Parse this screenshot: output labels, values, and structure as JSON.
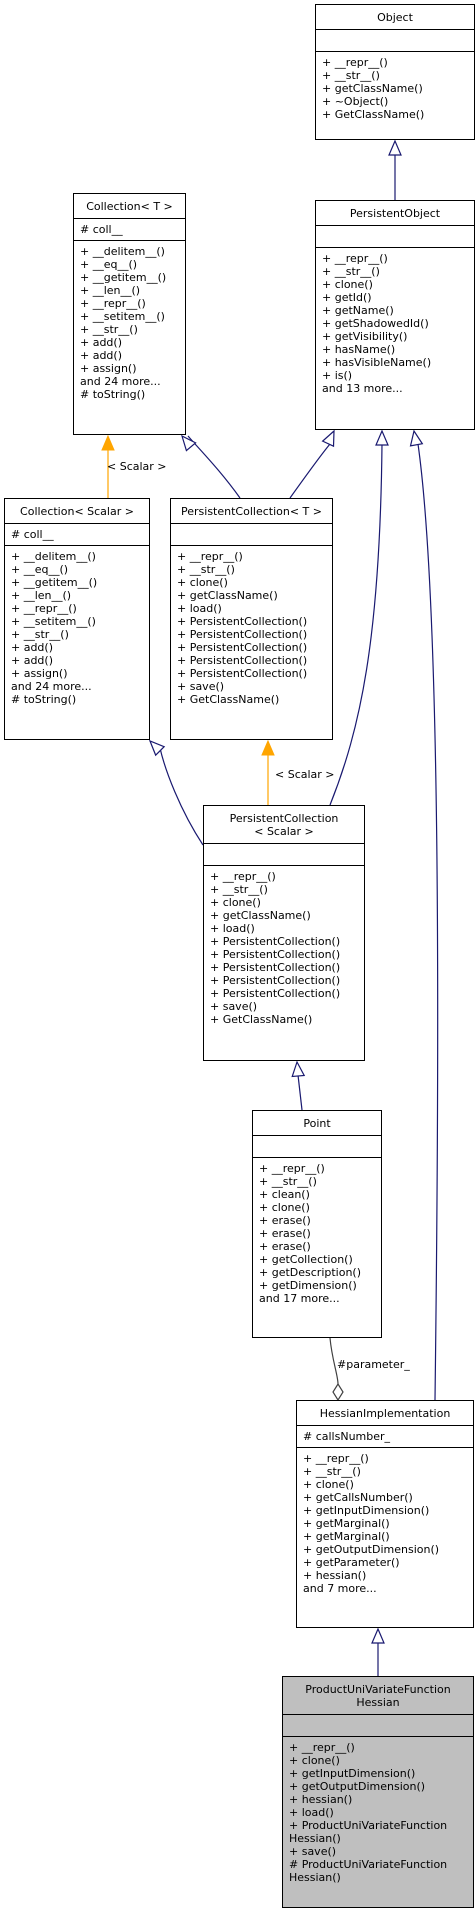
{
  "classes": {
    "object": {
      "title": [
        "Object"
      ],
      "attrs": [],
      "methods": [
        "+ __repr__()",
        "+ __str__()",
        "+ getClassName()",
        "+ ~Object()",
        "+ GetClassName()"
      ]
    },
    "persistent_object": {
      "title": [
        "PersistentObject"
      ],
      "attrs": [],
      "methods": [
        "+ __repr__()",
        "+ __str__()",
        "+ clone()",
        "+ getId()",
        "+ getName()",
        "+ getShadowedId()",
        "+ getVisibility()",
        "+ hasName()",
        "+ hasVisibleName()",
        "+ is()",
        "and 13 more..."
      ]
    },
    "collection_t": {
      "title": [
        "Collection< T >"
      ],
      "attrs": [
        "# coll__"
      ],
      "methods": [
        "+ __delitem__()",
        "+ __eq__()",
        "+ __getitem__()",
        "+ __len__()",
        "+ __repr__()",
        "+ __setitem__()",
        "+ __str__()",
        "+ add()",
        "+ add()",
        "+ assign()",
        "and 24 more...",
        "# toString()"
      ]
    },
    "collection_scalar": {
      "title": [
        "Collection< Scalar >"
      ],
      "attrs": [
        "# coll__"
      ],
      "methods": [
        "+ __delitem__()",
        "+ __eq__()",
        "+ __getitem__()",
        "+ __len__()",
        "+ __repr__()",
        "+ __setitem__()",
        "+ __str__()",
        "+ add()",
        "+ add()",
        "+ assign()",
        "and 24 more...",
        "# toString()"
      ]
    },
    "persistent_collection_t": {
      "title": [
        "PersistentCollection< T >"
      ],
      "attrs": [],
      "methods": [
        "+ __repr__()",
        "+ __str__()",
        "+ clone()",
        "+ getClassName()",
        "+ load()",
        "+ PersistentCollection()",
        "+ PersistentCollection()",
        "+ PersistentCollection()",
        "+ PersistentCollection()",
        "+ PersistentCollection()",
        "+ save()",
        "+ GetClassName()"
      ]
    },
    "persistent_collection_scalar": {
      "title": [
        "PersistentCollection",
        "< Scalar >"
      ],
      "attrs": [],
      "methods": [
        "+ __repr__()",
        "+ __str__()",
        "+ clone()",
        "+ getClassName()",
        "+ load()",
        "+ PersistentCollection()",
        "+ PersistentCollection()",
        "+ PersistentCollection()",
        "+ PersistentCollection()",
        "+ PersistentCollection()",
        "+ save()",
        "+ GetClassName()"
      ]
    },
    "point": {
      "title": [
        "Point"
      ],
      "attrs": [],
      "methods": [
        "+ __repr__()",
        "+ __str__()",
        "+ clean()",
        "+ clone()",
        "+ erase()",
        "+ erase()",
        "+ erase()",
        "+ getCollection()",
        "+ getDescription()",
        "+ getDimension()",
        "and 17 more..."
      ]
    },
    "hessian_implementation": {
      "title": [
        "HessianImplementation"
      ],
      "attrs": [
        "# callsNumber_"
      ],
      "methods": [
        "+ __repr__()",
        "+ __str__()",
        "+ clone()",
        "+ getCallsNumber()",
        "+ getInputDimension()",
        "+ getMarginal()",
        "+ getMarginal()",
        "+ getOutputDimension()",
        "+ getParameter()",
        "+ hessian()",
        "and 7 more..."
      ]
    },
    "product_hessian": {
      "title": [
        "ProductUniVariateFunction",
        "Hessian"
      ],
      "attrs": [],
      "methods": [
        "+ __repr__()",
        "+ clone()",
        "+ getInputDimension()",
        "+ getOutputDimension()",
        "+ hessian()",
        "+ load()",
        "+ ProductUniVariateFunction",
        "Hessian()",
        "+ save()",
        "# ProductUniVariateFunction",
        "Hessian()"
      ]
    }
  },
  "edge_labels": {
    "scalar_1": "< Scalar >",
    "scalar_2": "< Scalar >",
    "parameter": "#parameter_"
  },
  "colors": {
    "inheritance": "#191970",
    "template": "#ffa500",
    "association": "#404040",
    "highlight_fill": "#bfbfbf"
  }
}
